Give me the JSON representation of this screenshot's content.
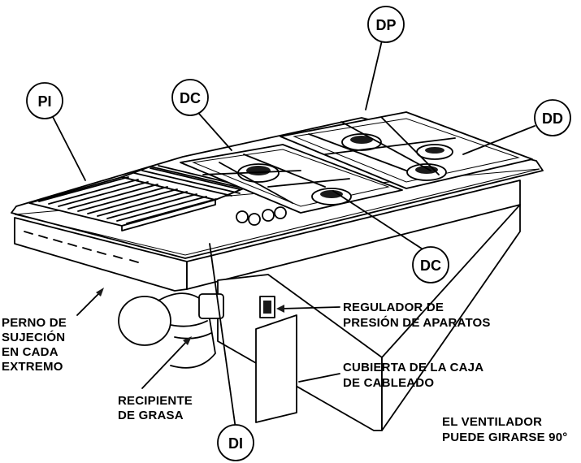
{
  "callouts": {
    "pi": "PI",
    "dc_top": "DC",
    "dp": "DP",
    "dd": "DD",
    "dc_bottom": "DC",
    "di": "DI"
  },
  "labels": {
    "bolt": [
      "PERNO DE",
      "SUJECIÓN",
      "EN CADA",
      "EXTREMO"
    ],
    "grease": [
      "RECIPIENTE",
      "DE GRASA"
    ],
    "regulator": [
      "REGULADOR DE",
      "PRESIÓN DE APARATOS"
    ],
    "wiring": [
      "CUBIERTA DE LA CAJA",
      "DE CABLEADO"
    ],
    "fan": [
      "EL VENTILADOR",
      "PUEDE GIRARSE 90°"
    ]
  }
}
